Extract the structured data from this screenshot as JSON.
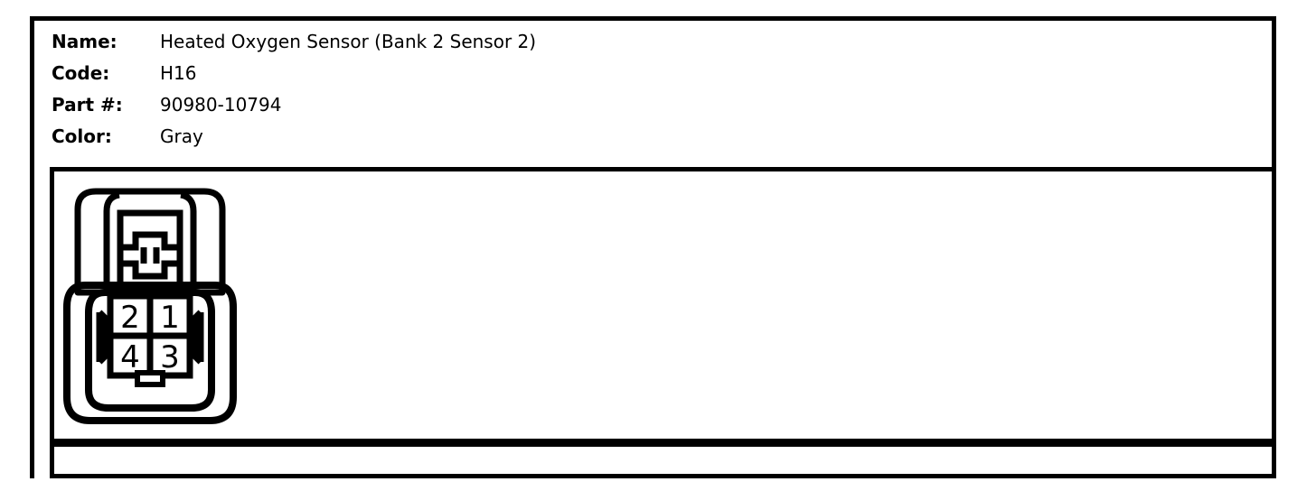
{
  "part_info": {
    "fields": [
      {
        "label": "Name:",
        "value": "Heated Oxygen Sensor (Bank 2 Sensor 2)"
      },
      {
        "label": "Code:",
        "value": "H16"
      },
      {
        "label": "Part #:",
        "value": "90980-10794"
      },
      {
        "label": "Color:",
        "value": "Gray"
      }
    ]
  },
  "diagram": {
    "caption": "",
    "connector": {
      "type": "4-pin automotive connector, female face view",
      "pin_count": 4,
      "pins": [
        {
          "number": "2",
          "row": 0,
          "col": 0
        },
        {
          "number": "1",
          "row": 0,
          "col": 1
        },
        {
          "number": "4",
          "row": 1,
          "col": 0
        },
        {
          "number": "3",
          "row": 1,
          "col": 1
        }
      ]
    }
  },
  "colors": {
    "line": "#000000",
    "background": "#ffffff"
  }
}
